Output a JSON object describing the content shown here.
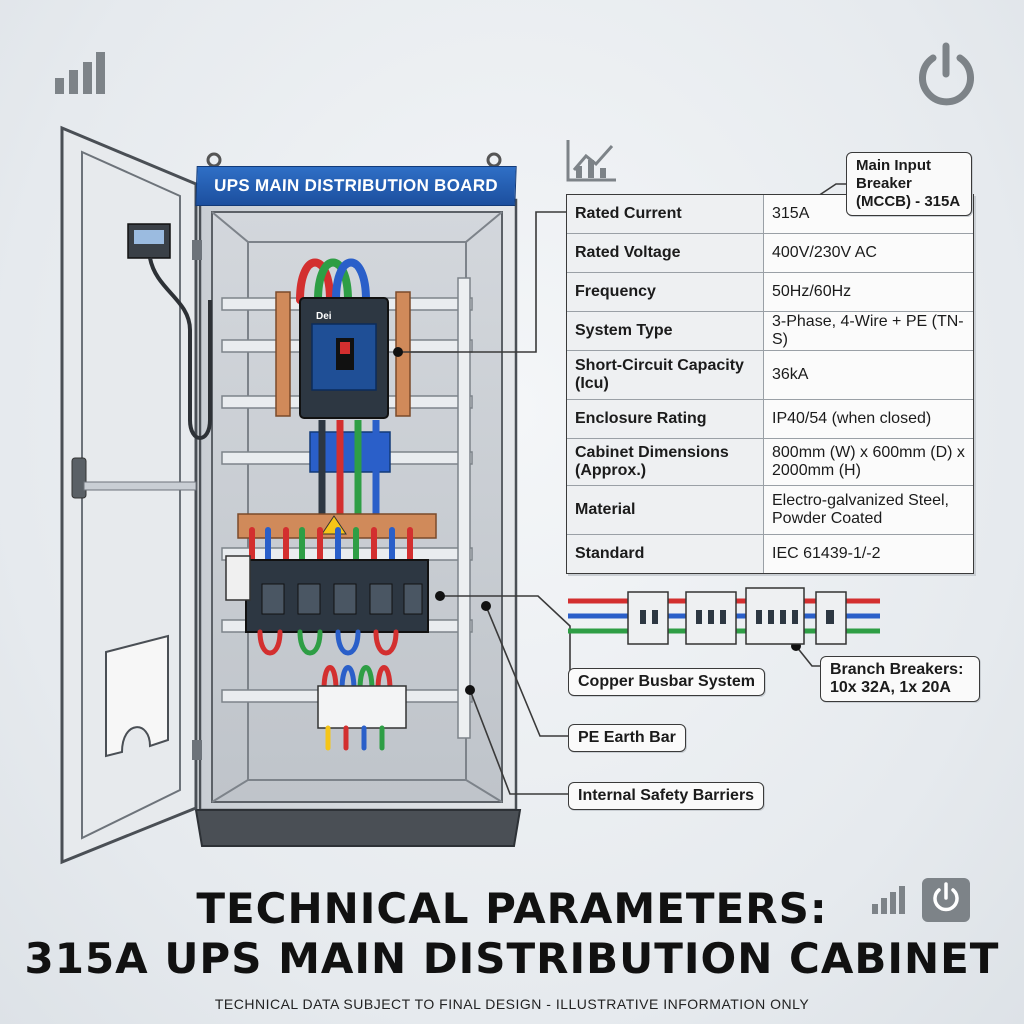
{
  "board_label": "UPS MAIN DISTRIBUTION BOARD",
  "breaker_brand": "Dei",
  "specs": [
    {
      "key": "Rated Current",
      "value": "315A"
    },
    {
      "key": "Rated Voltage",
      "value": "400V/230V AC"
    },
    {
      "key": "Frequency",
      "value": "50Hz/60Hz"
    },
    {
      "key": "System Type",
      "value": "3-Phase, 4-Wire + PE (TN-S)"
    },
    {
      "key": "Short-Circuit Capacity (Icu)",
      "value": "36kA"
    },
    {
      "key": "Enclosure Rating",
      "value": "IP40/54 (when closed)"
    },
    {
      "key": "Cabinet Dimensions (Approx.)",
      "value": "800mm (W) x 600mm (D) x 2000mm (H)"
    },
    {
      "key": "Material",
      "value": "Electro-galvanized Steel, Powder Coated"
    },
    {
      "key": "Standard",
      "value": "IEC 61439-1/-2"
    }
  ],
  "callouts": {
    "main_breaker": "Main Input Breaker (MCCB) - 315A",
    "busbar": "Copper Busbar System",
    "branch": "Branch Breakers: 10x 32A, 1x 20A",
    "earth": "PE Earth Bar",
    "barriers": "Internal Safety Barriers"
  },
  "title_line1": "TECHNICAL PARAMETERS:",
  "title_line2": "315A UPS MAIN DISTRIBUTION CABINET",
  "footer": "TECHNICAL DATA SUBJECT TO FINAL DESIGN - ILLUSTRATIVE INFORMATION ONLY",
  "icons": [
    "bar-chart-icon",
    "power-icon",
    "trend-chart-icon"
  ],
  "colors": {
    "board_label_bg": "#1c4f9e",
    "phase_red": "#d32f2f",
    "phase_green": "#2e9e45",
    "phase_blue": "#2a5fc9",
    "copper": "#d08a5a",
    "breaker_body": "#2d3742"
  }
}
